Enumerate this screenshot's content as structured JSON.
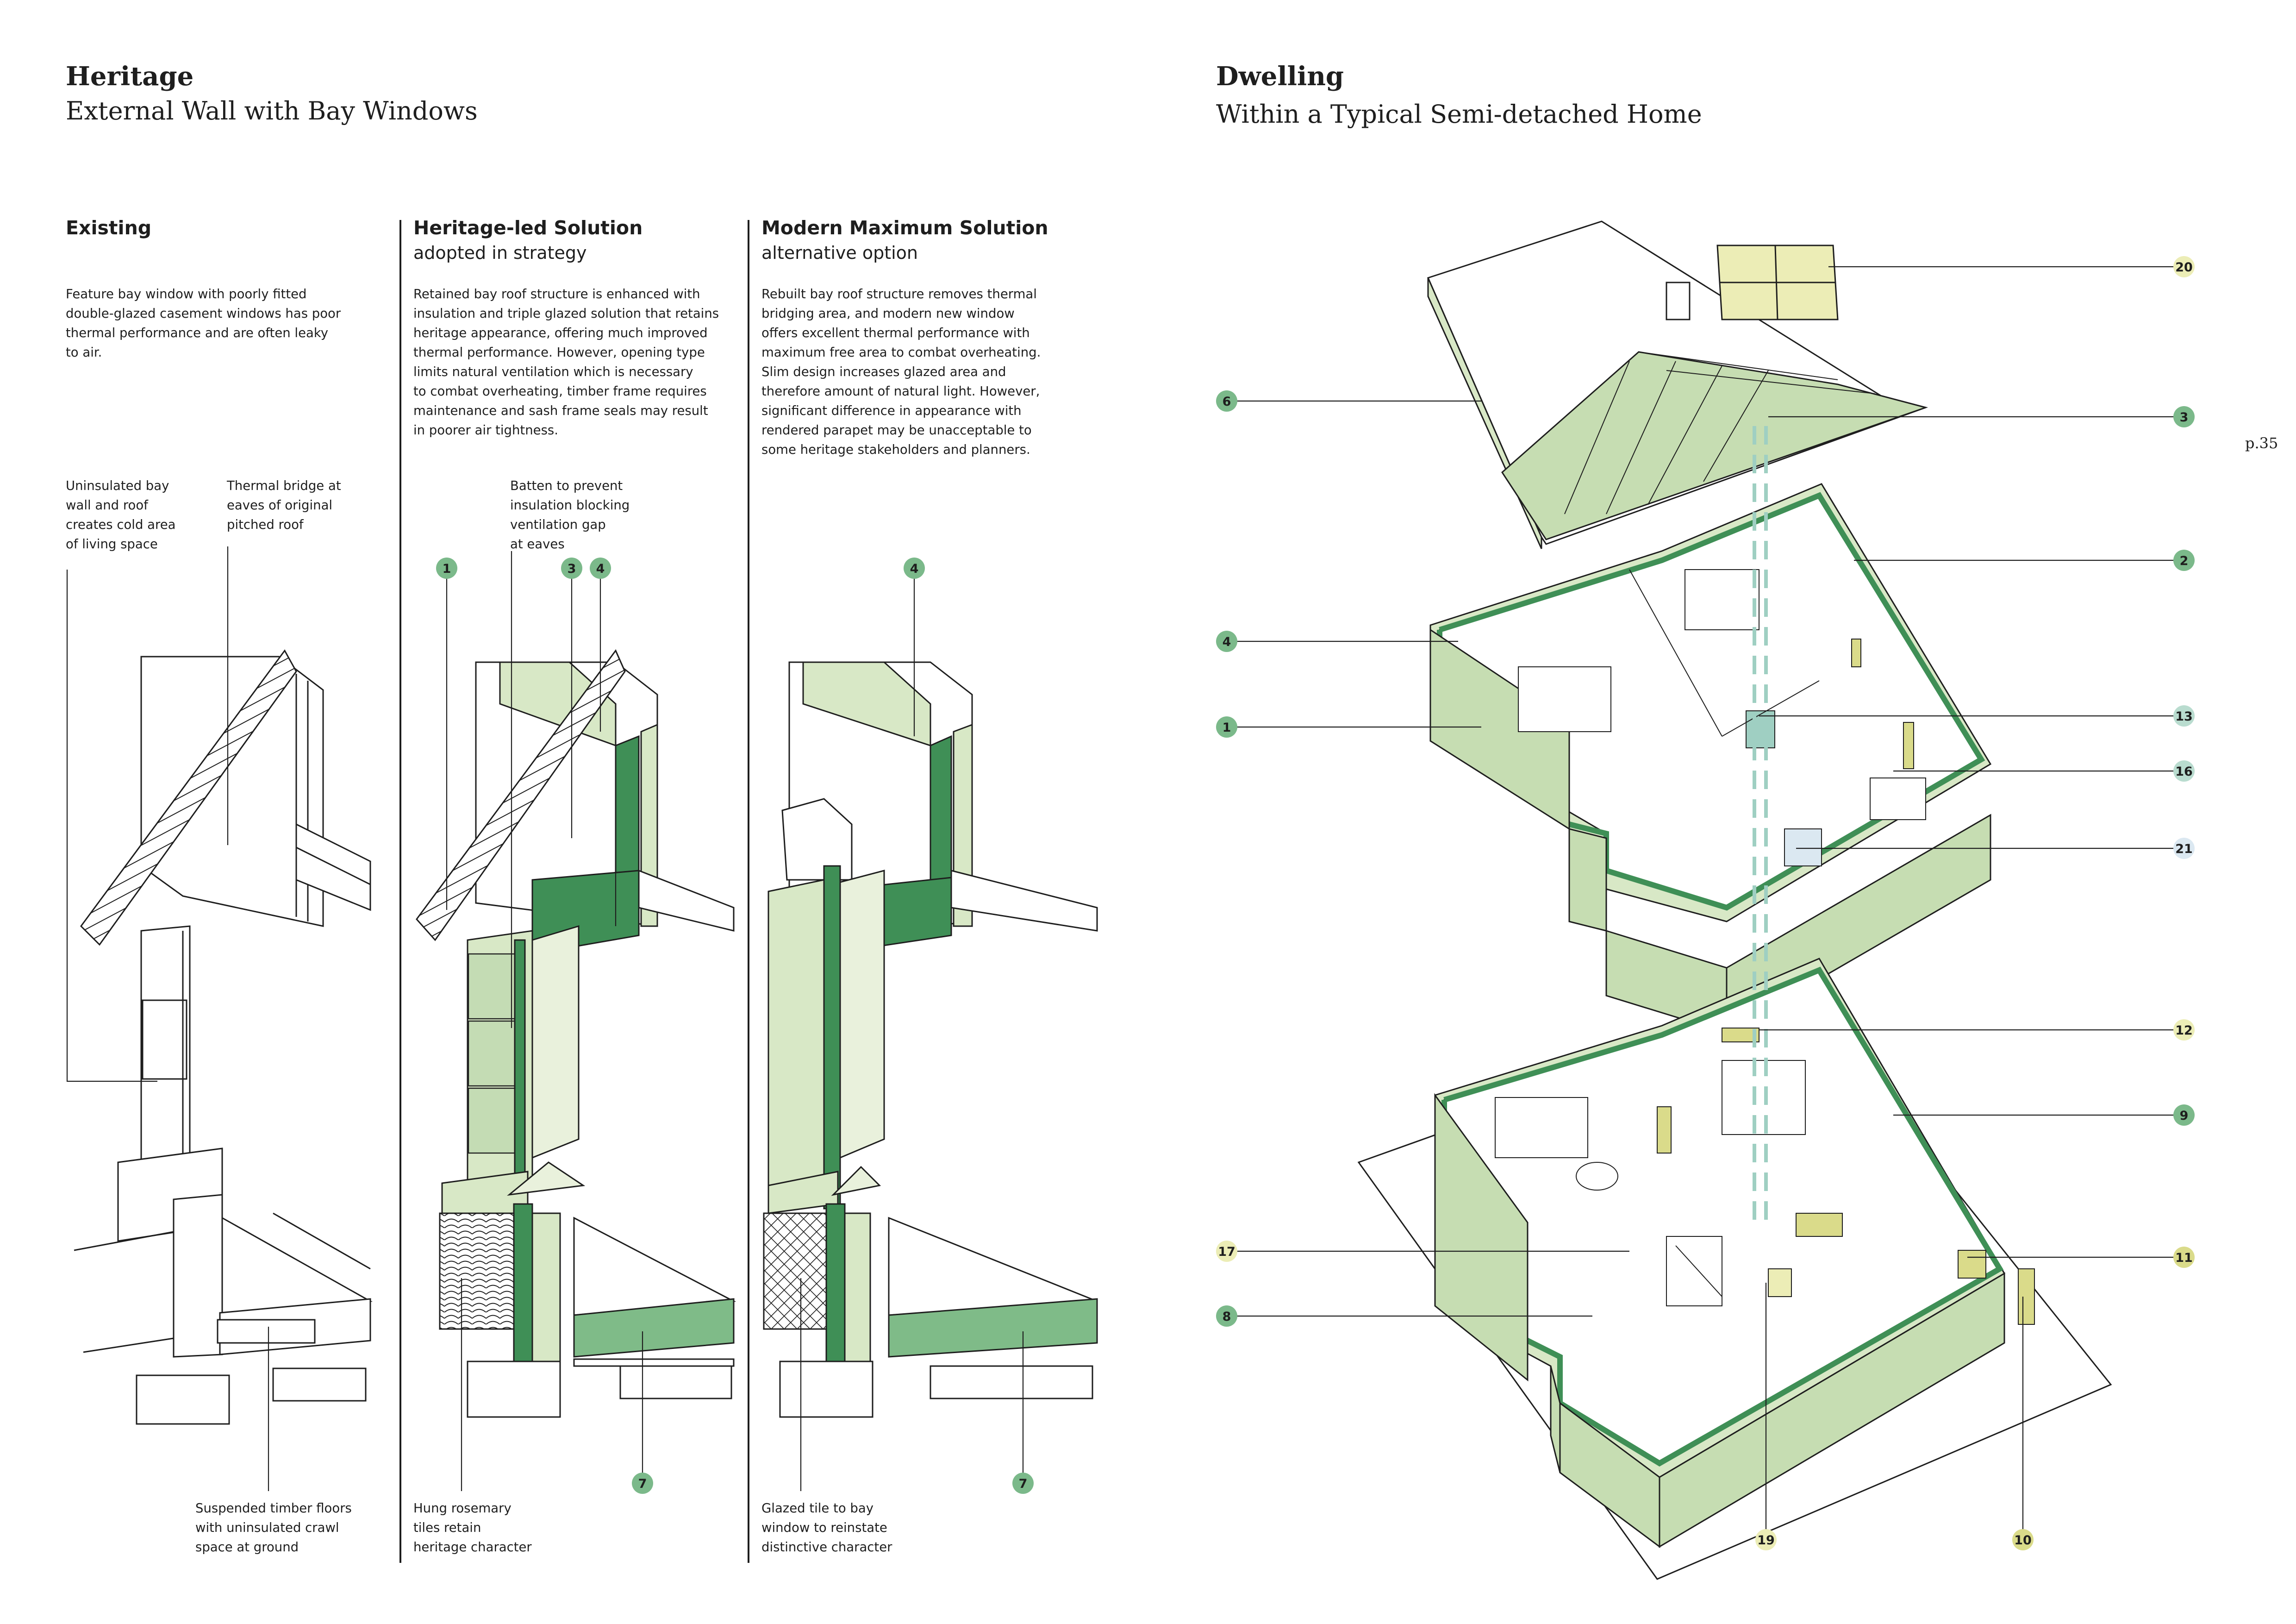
{
  "heritage": {
    "title": "Heritage",
    "subtitle": "External Wall with Bay Windows",
    "columns": [
      {
        "heading": "Existing",
        "subheading": "",
        "description": [
          "Feature bay window with poorly fitted",
          "double-glazed casement windows has poor",
          "thermal performance and are often leaky",
          "to air."
        ],
        "annotations": [
          [
            "Uninsulated bay",
            "wall and roof",
            "creates cold area",
            "of living space"
          ],
          [
            "Thermal bridge at",
            "eaves of original",
            "pitched roof"
          ],
          [
            "Suspended timber floors",
            "with uninsulated crawl",
            "space at ground"
          ]
        ]
      },
      {
        "heading": "Heritage-led Solution",
        "subheading": "adopted in strategy",
        "description": [
          "Retained bay roof structure is enhanced with",
          "insulation and triple glazed solution that retains",
          "heritage appearance, offering much improved",
          "thermal performance. However, opening type",
          "limits natural ventilation which is necessary",
          "to combat overheating, timber frame requires",
          "maintenance and sash frame seals may result",
          "in poorer air tightness."
        ],
        "annotations": [
          [
            "Batten to prevent",
            "insulation blocking",
            "ventilation gap",
            "at eaves"
          ],
          [
            "Hung rosemary",
            "tiles retain",
            "heritage character"
          ]
        ],
        "markers": [
          "1",
          "3",
          "4",
          "7"
        ]
      },
      {
        "heading": "Modern Maximum Solution",
        "subheading": "alternative option",
        "description": [
          "Rebuilt bay roof structure removes thermal",
          "bridging area, and modern new window",
          "offers excellent thermal performance with",
          "maximum free area to combat overheating.",
          "Slim design increases glazed area and",
          "therefore amount of natural light. However,",
          "significant difference in appearance with",
          "rendered parapet may be unacceptable to",
          "some heritage stakeholders and planners."
        ],
        "annotations": [
          [
            "Glazed tile to bay",
            "window to reinstate",
            "distinctive character"
          ]
        ],
        "markers": [
          "4",
          "7"
        ]
      }
    ]
  },
  "dwelling": {
    "title": "Dwelling",
    "subtitle": "Within a Typical Semi-detached Home",
    "markers_left": [
      "6",
      "4",
      "1",
      "17",
      "8"
    ],
    "markers_right": [
      "20",
      "3",
      "2",
      "13",
      "16",
      "21",
      "12",
      "9",
      "11"
    ],
    "markers_bottom": [
      "19",
      "10"
    ]
  },
  "page_number": "p.35",
  "colors": {
    "green_dark": "#3f8f56",
    "green_mid": "#7fbb88",
    "green_light": "#d8e8c6",
    "green_pale": "#e9f1dc",
    "marker_green": "#7bb98a",
    "marker_yellow": "#ecedb6",
    "marker_blue": "#dbe8f1",
    "ink": "#1e1e1e"
  }
}
